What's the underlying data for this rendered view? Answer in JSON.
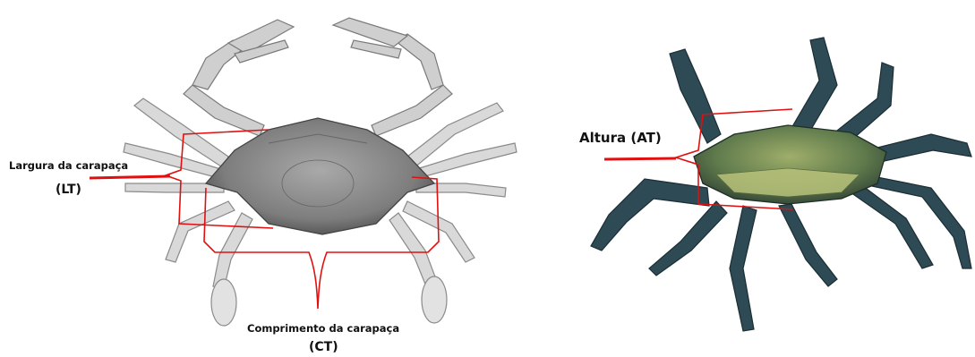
{
  "labels": {
    "width_label": "Largura da carapaça",
    "width_abbr": "(LT)",
    "length_label": "Comprimento da carapaça",
    "length_abbr": "(CT)",
    "height_label": "Altura (AT)"
  },
  "colors": {
    "measure_line": "#e01010",
    "left_crab_shell": "#7d7d7d",
    "right_crab_shell": "#4f6a45",
    "right_crab_legs": "#2d4a55"
  },
  "icons": [
    "crab-illustration-dorsal",
    "crab-photo-side"
  ]
}
